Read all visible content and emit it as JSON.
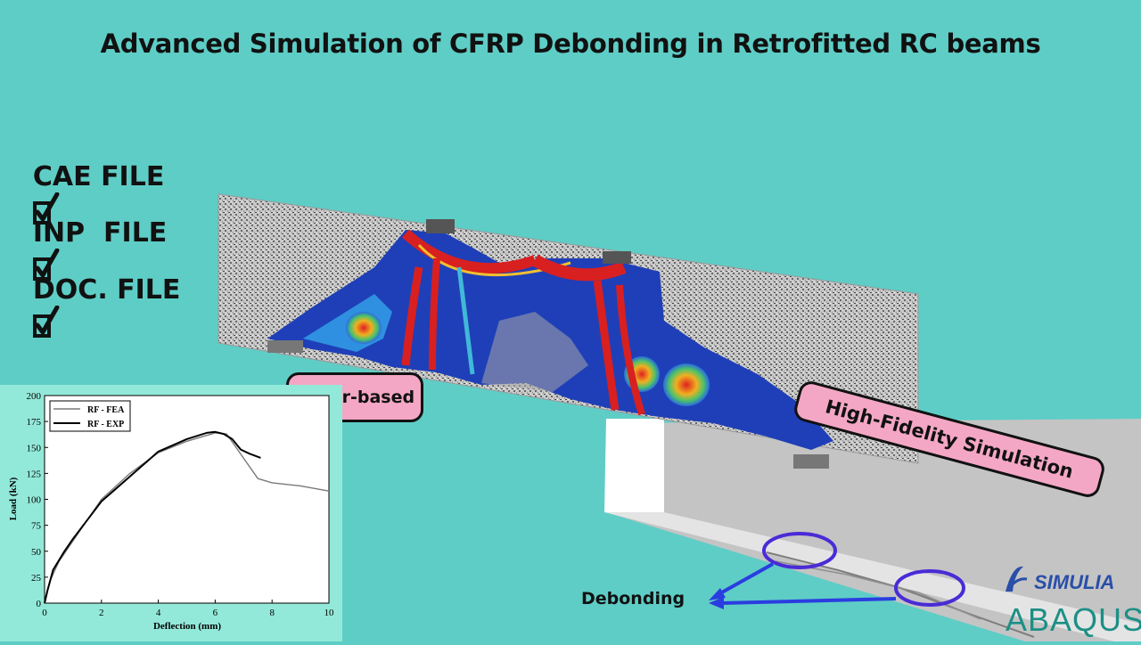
{
  "title": "Advanced Simulation of CFRP Debonding in Retrofitted RC beams",
  "files": [
    {
      "label": "CAE FILE",
      "checked": true
    },
    {
      "label": "INP  FILE",
      "checked": true
    },
    {
      "label": "DOC. FILE",
      "checked": true
    }
  ],
  "badges": {
    "paper": "Paper-based",
    "hifi": "High-Fidelity Simulation"
  },
  "debonding_label": "Debonding",
  "brand": {
    "simulia": "SIMULIA",
    "abaqus": "ABAQUS",
    "logo_icon": "ds-logo-icon"
  },
  "colors": {
    "background": "#5ecdc6",
    "badge_fill": "#f4a7c4",
    "arrow": "#2a3de0",
    "circle": "#4a2bd6"
  },
  "chart_data": {
    "type": "line",
    "xlabel": "Deflection (mm)",
    "ylabel": "Load (kN)",
    "xlim": [
      0,
      10
    ],
    "ylim": [
      0,
      200
    ],
    "xticks": [
      0,
      2,
      4,
      6,
      8,
      10
    ],
    "yticks": [
      0,
      25,
      50,
      75,
      100,
      125,
      150,
      175,
      200
    ],
    "legend_position": "top-left",
    "series": [
      {
        "name": "RF - FEA",
        "color": "#7a7a7a",
        "width": 1.4,
        "x": [
          0,
          0.2,
          0.5,
          1,
          2,
          3,
          4,
          5,
          6,
          6.4,
          7.5,
          8,
          9,
          10
        ],
        "y": [
          0,
          22,
          40,
          60,
          100,
          125,
          145,
          156,
          164,
          163,
          120,
          116,
          113,
          108
        ]
      },
      {
        "name": "RF - EXP",
        "color": "#000000",
        "width": 2,
        "x": [
          0,
          0.1,
          0.3,
          0.7,
          1,
          2,
          3,
          4,
          5,
          5.7,
          6,
          6.3,
          6.6,
          6.9,
          7.2,
          7.6
        ],
        "y": [
          0,
          12,
          32,
          50,
          62,
          98,
          122,
          146,
          158,
          164,
          165,
          163,
          158,
          148,
          144,
          140
        ]
      }
    ]
  }
}
